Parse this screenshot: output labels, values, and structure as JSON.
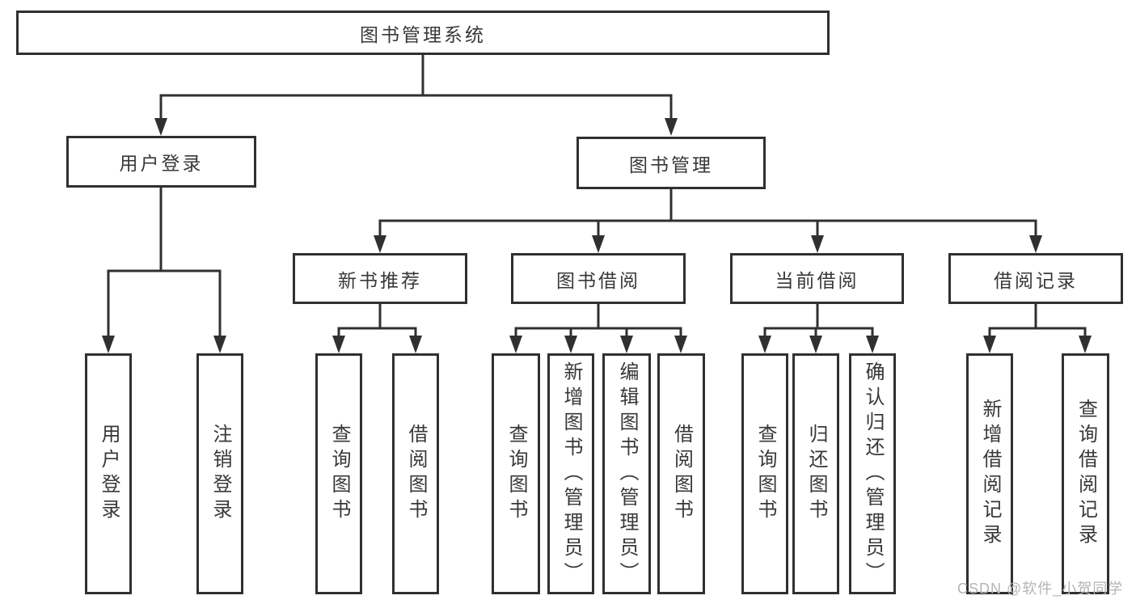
{
  "colors": {
    "line": "#303030",
    "text": "#383838",
    "background": "#ffffff",
    "watermark": "#b4b4b4"
  },
  "tree": {
    "root": {
      "label": "图书管理系统"
    },
    "branches": [
      {
        "label": "用户登录",
        "children": [
          {
            "label": "用户登录"
          },
          {
            "label": "注销登录"
          }
        ]
      },
      {
        "label": "图书管理",
        "sections": [
          {
            "label": "新书推荐",
            "children": [
              {
                "label": "查询图书"
              },
              {
                "label": "借阅图书"
              }
            ]
          },
          {
            "label": "图书借阅",
            "children": [
              {
                "label": "查询图书"
              },
              {
                "label": "新增图书（管理员）"
              },
              {
                "label": "编辑图书（管理员）"
              },
              {
                "label": "借阅图书"
              }
            ]
          },
          {
            "label": "当前借阅",
            "children": [
              {
                "label": "查询图书"
              },
              {
                "label": "归还图书"
              },
              {
                "label": "确认归还（管理员）"
              }
            ]
          },
          {
            "label": "借阅记录",
            "children": [
              {
                "label": "新增借阅记录"
              },
              {
                "label": "查询借阅记录"
              }
            ]
          }
        ]
      }
    ]
  },
  "watermark": "CSDN @软件_小贺同学"
}
